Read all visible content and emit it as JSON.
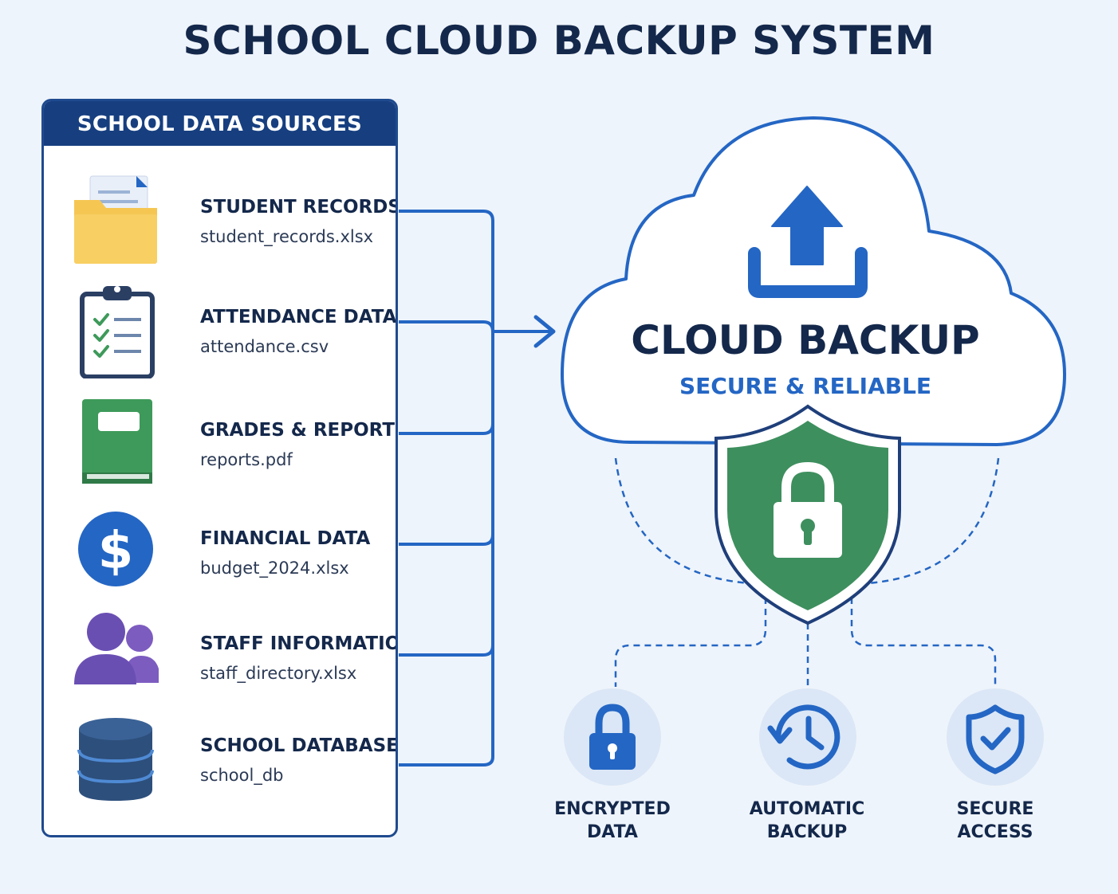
{
  "title": "SCHOOL CLOUD BACKUP SYSTEM",
  "panel": {
    "header": "SCHOOL DATA SOURCES",
    "sources": [
      {
        "title": "STUDENT RECORDS",
        "file": "student_records.xlsx",
        "icon": "folder-icon"
      },
      {
        "title": "ATTENDANCE DATA",
        "file": "attendance.csv",
        "icon": "clipboard-checklist-icon"
      },
      {
        "title": "GRADES & REPORTS",
        "file": "reports.pdf",
        "icon": "book-icon"
      },
      {
        "title": "FINANCIAL DATA",
        "file": "budget_2024.xlsx",
        "icon": "dollar-icon"
      },
      {
        "title": "STAFF INFORMATION",
        "file": "staff_directory.xlsx",
        "icon": "users-icon"
      },
      {
        "title": "SCHOOL DATABASE",
        "file": "school_db",
        "icon": "database-icon"
      }
    ]
  },
  "cloud": {
    "title": "CLOUD BACKUP",
    "subtitle": "SECURE & RELIABLE",
    "icon": "upload-icon",
    "shield_icon": "shield-lock-icon"
  },
  "features": [
    {
      "line1": "ENCRYPTED",
      "line2": "DATA",
      "icon": "lock-icon"
    },
    {
      "line1": "AUTOMATIC",
      "line2": "BACKUP",
      "icon": "history-clock-icon"
    },
    {
      "line1": "SECURE",
      "line2": "ACCESS",
      "icon": "shield-check-icon"
    }
  ],
  "colors": {
    "navy": "#173f80",
    "blue": "#2466c4",
    "green": "#3e8f5e",
    "background": "#eef4fb"
  }
}
